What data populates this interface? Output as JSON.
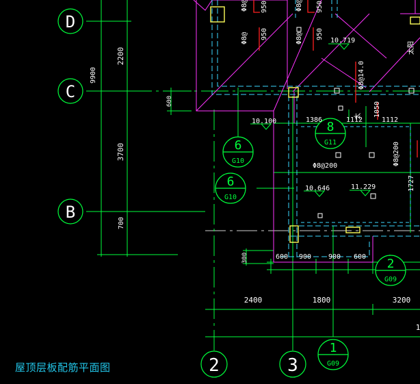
{
  "drawing": {
    "title": "屋顶层板配筋平面图",
    "colors": {
      "background": "#000000",
      "axis_green": "#00ff3c",
      "wall_magenta": "#ff33ff",
      "slab_blue": "#3bd7ff",
      "rebar_red": "#ff2020",
      "column_yellow": "#ffff5a",
      "text_white": "#ffffff",
      "title_cyan": "#22c5e8"
    },
    "grid_axes": {
      "rows": [
        "D",
        "C",
        "B"
      ],
      "columns": [
        "2",
        "3"
      ]
    },
    "section_tags": [
      {
        "number": "6",
        "ref": "G10"
      },
      {
        "number": "6",
        "ref": "G10"
      },
      {
        "number": "8",
        "ref": "G11"
      },
      {
        "number": "2",
        "ref": "G09"
      },
      {
        "number": "1",
        "ref": "G09"
      }
    ],
    "dimensions": {
      "left_total": "9900",
      "left_dc": "2200",
      "left_cb": "3700",
      "left_700": "700",
      "offset_600": "600",
      "offset_300": "300",
      "bottom_2400": "2400",
      "bottom_1800": "1800",
      "bottom_3200": "3200",
      "bottom_partial": "1",
      "sub_600a": "600",
      "sub_900a": "900",
      "sub_900b": "900",
      "sub_600b": "600",
      "d_1386": "1386",
      "d_1112a": "1112",
      "d_1112b": "1112",
      "d_1050": "1050",
      "d_1727": "1727",
      "d_950a": "950",
      "d_950b": "950",
      "d_950c": "950",
      "d_950d": "950"
    },
    "elevations": [
      "10.719",
      "10.100",
      "10.646",
      "11.229"
    ],
    "rebar_labels": {
      "spec_8_200": "Φ8@200",
      "spec_8_200_b": "Φ8@200",
      "spec_14_0": "Φ8@14.0",
      "spec_top_a": "Φ8@",
      "spec_top_b": "Φ8@",
      "spec_top_c": "Φ8@",
      "spec_top_d": "Φ8@",
      "taihe": "太",
      "taihe_b": "太阳"
    }
  }
}
